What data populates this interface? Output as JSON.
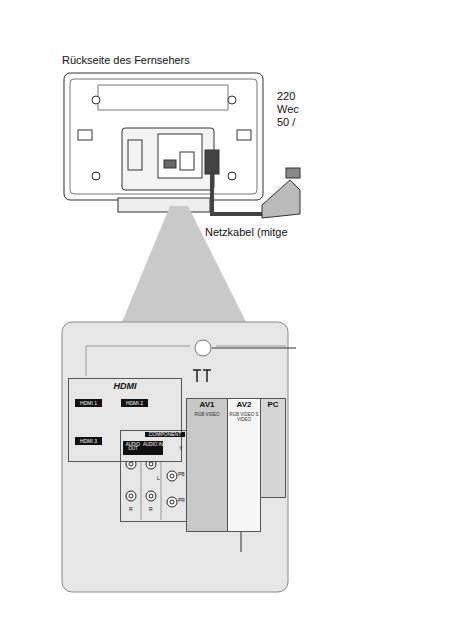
{
  "diagram": {
    "nodes": [
      {
        "text": [
          "HDMI"
        ]
      },
      {
        "text": [
          "HDMI 1"
        ],
        "in": 0
      },
      {
        "text": [
          "HDMI 2"
        ],
        "in": 0
      },
      {
        "text": [
          "HDMI 3"
        ],
        "in": 0
      },
      {
        "text": [
          "COMPONENT"
        ]
      },
      {
        "text": [
          "AUDIO OUT"
        ],
        "in": 4
      },
      {
        "text": [
          "AUDIO IN"
        ],
        "in": 4
      },
      {
        "text": [
          "AV1",
          "RGB VIDEO"
        ]
      },
      {
        "text": [
          "AV2",
          "RGB VIDEO S VIDEO"
        ]
      },
      {
        "text": [
          "PC"
        ]
      }
    ],
    "labels": [
      "Rückseite des Fernsehers",
      "220",
      "Wec",
      "50 /",
      "Netzkabel (mitge",
      "L",
      "R",
      "R",
      "Y",
      "PB",
      "PR"
    ]
  }
}
